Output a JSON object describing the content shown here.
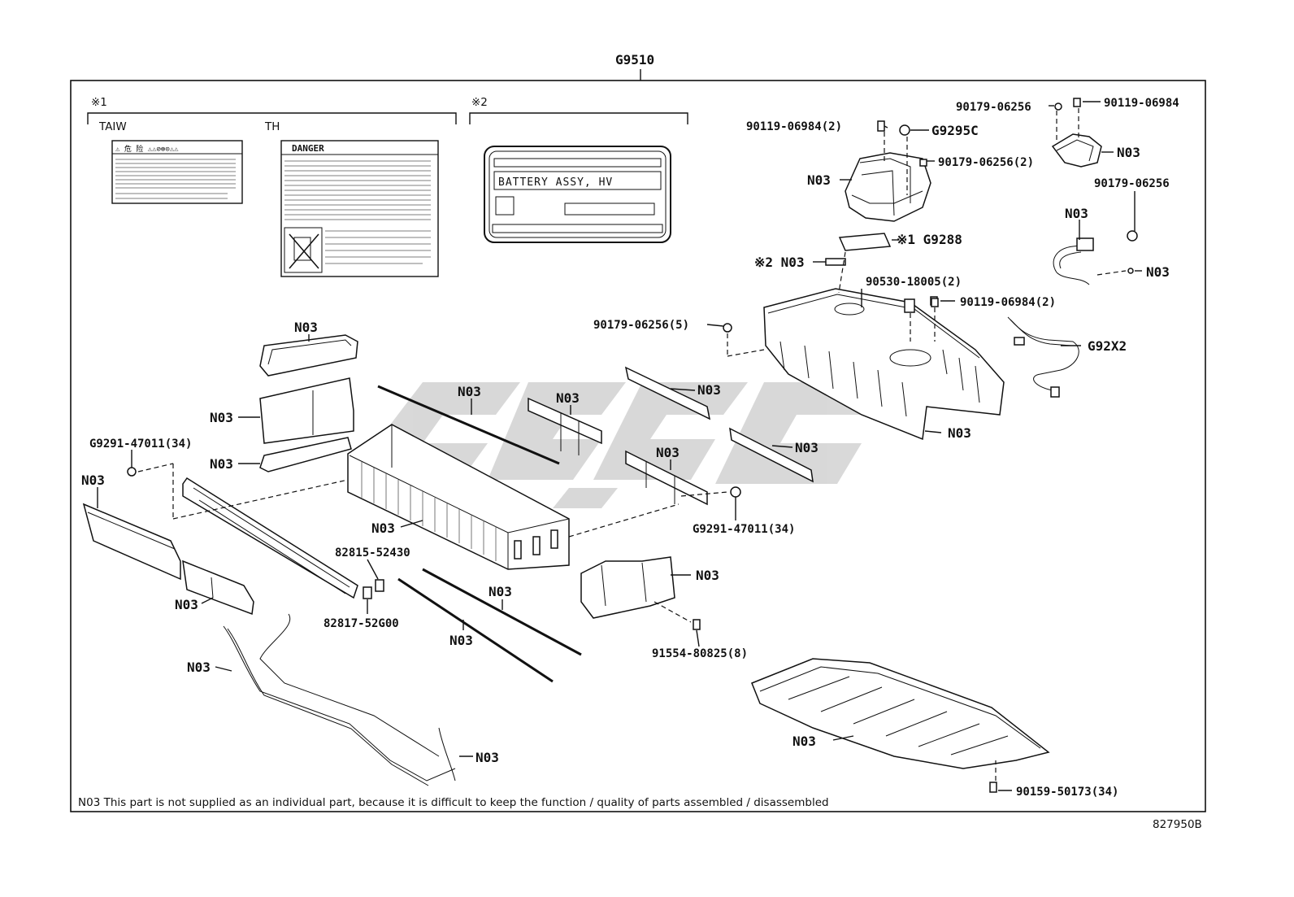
{
  "assembly_code": "G9510",
  "drawing_number": "827950B",
  "footnote": "N03 This part is not supplied as an individual part, because it is difficult to keep the function / quality of parts assembled / disassembled",
  "label_groups": {
    "group1_mark": "※1",
    "group2_mark": "※2",
    "taiw": "TAIW",
    "th": "TH",
    "danger": "DANGER",
    "battery_label_text": "BATTERY ASSY, HV"
  },
  "callouts": {
    "c_90119_06984_2_top": "90119-06984(2)",
    "c_g9295c": "G9295C",
    "c_90179_06256_2": "90179-06256(2)",
    "c_n03_cover": "N03",
    "c_90179_06256_tr": "90179-06256",
    "c_90119_06984_tr": "90119-06984",
    "c_n03_tr_bracket": "N03",
    "c_90179_06256_r": "90179-06256",
    "c_n03_harness_top": "N03",
    "c_n03_bolt_r": "N03",
    "c_g9288": "※1 G9288",
    "c_n03_label2": "※2 N03",
    "c_90530_18005": "90530-18005(2)",
    "c_90119_06984_2_mid": "90119-06984(2)",
    "c_90179_06256_5": "90179-06256(5)",
    "c_g92x2": "G92X2",
    "c_n03_case": "N03",
    "c_n03_top_plate": "N03",
    "c_n03_plate": "N03",
    "c_n03_lower_plate": "N03",
    "c_g9291_left": "G9291-47011(34)",
    "c_n03_left_panel": "N03",
    "c_n03_rod": "N03",
    "c_n03_busbar_a": "N03",
    "c_n03_rail_a": "N03",
    "c_n03_busbar_b": "N03",
    "c_n03_rail_b": "N03",
    "c_g9291_right": "G9291-47011(34)",
    "c_n03_stack": "N03",
    "c_82815": "82815-52430",
    "c_82817": "82817-52G00",
    "c_n03_bottom_panel": "N03",
    "c_n03_rod2": "N03",
    "c_n03_rod3": "N03",
    "c_n03_bracket": "N03",
    "c_91554": "91554-80825(8)",
    "c_n03_wire_l": "N03",
    "c_n03_wire_r": "N03",
    "c_n03_tray": "N03",
    "c_90159": "90159-50173(34)"
  }
}
